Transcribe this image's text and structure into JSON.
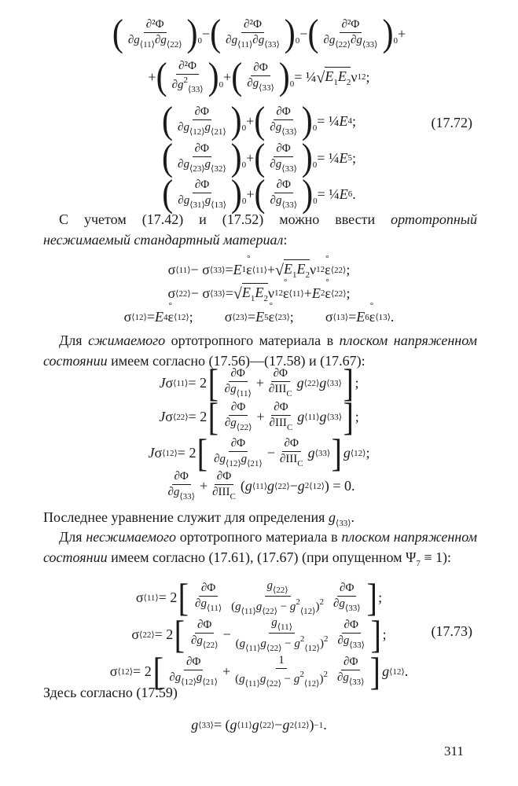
{
  "equations_17_72": {
    "number": "(17.72)",
    "lines": [
      [
        {
          "p": [
            {
              "f": [
                [
                  "∂²Φ"
                ],
                [
                  "∂",
                  {
                    "i": "g"
                  },
                  {
                    "sb": "⟨11⟩"
                  },
                  "∂",
                  {
                    "i": "g"
                  },
                  {
                    "sb": "⟨22⟩"
                  }
                ]
              ]
            }
          ],
          "z": "0"
        },
        " − ",
        {
          "p": [
            {
              "f": [
                [
                  "∂²Φ"
                ],
                [
                  "∂",
                  {
                    "i": "g"
                  },
                  {
                    "sb": "⟨11⟩"
                  },
                  "∂",
                  {
                    "i": "g"
                  },
                  {
                    "sb": "⟨33⟩"
                  }
                ]
              ]
            }
          ],
          "z": "0"
        },
        " − ",
        {
          "p": [
            {
              "f": [
                [
                  "∂²Φ"
                ],
                [
                  "∂",
                  {
                    "i": "g"
                  },
                  {
                    "sb": "⟨22⟩"
                  },
                  "∂",
                  {
                    "i": "g"
                  },
                  {
                    "sb": "⟨33⟩"
                  }
                ]
              ]
            }
          ],
          "z": "0"
        },
        " +"
      ],
      [
        "+ ",
        {
          "p": [
            {
              "f": [
                [
                  "∂²Φ"
                ],
                [
                  "∂",
                  {
                    "i": "g"
                  },
                  {
                    "sp": "2"
                  },
                  {
                    "sb": "⟨33⟩"
                  }
                ]
              ]
            }
          ],
          "z": "0"
        },
        " + ",
        {
          "p": [
            {
              "f": [
                [
                  "∂Φ"
                ],
                [
                  "∂",
                  {
                    "i": "g"
                  },
                  {
                    "sb": "⟨33⟩"
                  }
                ]
              ]
            }
          ],
          "z": "0"
        },
        " = ¼ ",
        {
          "sq": [
            {
              "i": "E"
            },
            {
              "sb": "1"
            },
            {
              "i": "E"
            },
            {
              "sb": "2"
            }
          ]
        },
        " ν",
        {
          "sb": "12"
        },
        ";"
      ],
      [
        {
          "p": [
            {
              "f": [
                [
                  "∂Φ"
                ],
                [
                  "∂",
                  {
                    "i": "g"
                  },
                  {
                    "sb": "⟨12⟩"
                  },
                  {
                    "i": "g"
                  },
                  {
                    "sb": "⟨21⟩"
                  }
                ]
              ]
            }
          ],
          "z": "0"
        },
        " + ",
        {
          "p": [
            {
              "f": [
                [
                  "∂Φ"
                ],
                [
                  "∂",
                  {
                    "i": "g"
                  },
                  {
                    "sb": "⟨33⟩"
                  }
                ]
              ]
            }
          ],
          "z": "0"
        },
        " = ¼",
        {
          "i": "E"
        },
        {
          "sb": "4"
        },
        ";"
      ],
      [
        {
          "p": [
            {
              "f": [
                [
                  "∂Φ"
                ],
                [
                  "∂",
                  {
                    "i": "g"
                  },
                  {
                    "sb": "⟨23⟩"
                  },
                  {
                    "i": "g"
                  },
                  {
                    "sb": "⟨32⟩"
                  }
                ]
              ]
            }
          ],
          "z": "0"
        },
        " + ",
        {
          "p": [
            {
              "f": [
                [
                  "∂Φ"
                ],
                [
                  "∂",
                  {
                    "i": "g"
                  },
                  {
                    "sb": "⟨33⟩"
                  }
                ]
              ]
            }
          ],
          "z": "0"
        },
        " = ¼",
        {
          "i": "E"
        },
        {
          "sb": "5"
        },
        ";"
      ],
      [
        {
          "p": [
            {
              "f": [
                [
                  "∂Φ"
                ],
                [
                  "∂",
                  {
                    "i": "g"
                  },
                  {
                    "sb": "⟨31⟩"
                  },
                  {
                    "i": "g"
                  },
                  {
                    "sb": "⟨13⟩"
                  }
                ]
              ]
            }
          ],
          "z": "0"
        },
        " + ",
        {
          "p": [
            {
              "f": [
                [
                  "∂Φ"
                ],
                [
                  "∂",
                  {
                    "i": "g"
                  },
                  {
                    "sb": "⟨33⟩"
                  }
                ]
              ]
            }
          ],
          "z": "0"
        },
        " = ¼",
        {
          "i": "E"
        },
        {
          "sb": "6"
        },
        "."
      ]
    ]
  },
  "para1": [
    "С учетом (17.42) и (17.52) можно ввести ",
    {
      "i": "ортотропный несжимаемый стандартный материал"
    },
    ":"
  ],
  "equations_standard": [
    [
      "σ",
      {
        "sb": "⟨11⟩"
      },
      " − σ",
      {
        "sb": "⟨33⟩"
      },
      " = ",
      {
        "i": "E"
      },
      {
        "sb": "1"
      },
      {
        "r": "ε"
      },
      {
        "sb": "⟨11⟩"
      },
      " + ",
      {
        "sq": [
          {
            "i": "E"
          },
          {
            "sb": "1"
          },
          {
            "i": "E"
          },
          {
            "sb": "2"
          }
        ]
      },
      " ν",
      {
        "sb": "12"
      },
      {
        "r": "ε"
      },
      {
        "sb": "⟨22⟩"
      },
      ";"
    ],
    [
      "σ",
      {
        "sb": "⟨22⟩"
      },
      " − σ",
      {
        "sb": "⟨33⟩"
      },
      " = ",
      {
        "sq": [
          {
            "i": "E"
          },
          {
            "sb": "1"
          },
          {
            "i": "E"
          },
          {
            "sb": "2"
          }
        ]
      },
      " ν",
      {
        "sb": "12"
      },
      {
        "r": "ε"
      },
      {
        "sb": "⟨11⟩"
      },
      " + ",
      {
        "i": "E"
      },
      {
        "sb": "2"
      },
      {
        "r": "ε"
      },
      {
        "sb": "⟨22⟩"
      },
      ";"
    ],
    [
      "σ",
      {
        "sb": "⟨12⟩"
      },
      " = ",
      {
        "i": "E"
      },
      {
        "sb": "4"
      },
      {
        "r": "ε"
      },
      {
        "sb": "⟨12⟩"
      },
      ";",
      {
        "gap": 1
      },
      "σ",
      {
        "sb": "⟨23⟩"
      },
      " = ",
      {
        "i": "E"
      },
      {
        "sb": "5"
      },
      {
        "r": "ε"
      },
      {
        "sb": "⟨23⟩"
      },
      ";",
      {
        "gap": 1
      },
      "σ",
      {
        "sb": "⟨13⟩"
      },
      " = ",
      {
        "i": "E"
      },
      {
        "sb": "6"
      },
      {
        "r": "ε"
      },
      {
        "sb": "⟨13⟩"
      },
      "."
    ]
  ],
  "para2": [
    "Для ",
    {
      "i": "сжимаемого"
    },
    " ортотропного материала в ",
    {
      "i": "плоском напряженном состоянии"
    },
    " имеем согласно (17.56)—(17.58) и (17.67):"
  ],
  "equations_compressible": [
    [
      {
        "i": "J"
      },
      "σ",
      {
        "sb": "⟨11⟩"
      },
      " = 2",
      {
        "b": [
          {
            "f": [
              [
                "∂Φ"
              ],
              [
                "∂",
                {
                  "i": "g"
                },
                {
                  "sb": "⟨11⟩"
                }
              ]
            ]
          },
          " + ",
          {
            "f": [
              [
                "∂Φ"
              ],
              [
                "∂III",
                {
                  "sb": "C"
                }
              ]
            ]
          },
          " ",
          {
            "i": "g"
          },
          {
            "sb": "⟨22⟩"
          },
          {
            "i": "g"
          },
          {
            "sb": "⟨33⟩"
          }
        ]
      },
      ";"
    ],
    [
      {
        "i": "J"
      },
      "σ",
      {
        "sb": "⟨22⟩"
      },
      " = 2",
      {
        "b": [
          {
            "f": [
              [
                "∂Φ"
              ],
              [
                "∂",
                {
                  "i": "g"
                },
                {
                  "sb": "⟨22⟩"
                }
              ]
            ]
          },
          " + ",
          {
            "f": [
              [
                "∂Φ"
              ],
              [
                "∂III",
                {
                  "sb": "C"
                }
              ]
            ]
          },
          " ",
          {
            "i": "g"
          },
          {
            "sb": "⟨11⟩"
          },
          {
            "i": "g"
          },
          {
            "sb": "⟨33⟩"
          }
        ]
      },
      ";"
    ],
    [
      {
        "i": "J"
      },
      "σ",
      {
        "sb": "⟨12⟩"
      },
      " = 2",
      {
        "b": [
          {
            "f": [
              [
                "∂Φ"
              ],
              [
                "∂",
                {
                  "i": "g"
                },
                {
                  "sb": "⟨12⟩"
                },
                {
                  "i": "g"
                },
                {
                  "sb": "⟨21⟩"
                }
              ]
            ]
          },
          " − ",
          {
            "f": [
              [
                "∂Φ"
              ],
              [
                "∂III",
                {
                  "sb": "C"
                }
              ]
            ]
          },
          " ",
          {
            "i": "g"
          },
          {
            "sb": "⟨33⟩"
          }
        ]
      },
      {
        "i": "g"
      },
      {
        "sb": "⟨12⟩"
      },
      ";"
    ],
    [
      {
        "f": [
          [
            "∂Φ"
          ],
          [
            "∂",
            {
              "i": "g"
            },
            {
              "sb": "⟨33⟩"
            }
          ]
        ]
      },
      " + ",
      {
        "f": [
          [
            "∂Φ"
          ],
          [
            "∂III",
            {
              "sb": "C"
            }
          ]
        ]
      },
      " (",
      {
        "i": "g"
      },
      {
        "sb": "⟨11⟩"
      },
      {
        "i": "g"
      },
      {
        "sb": "⟨22⟩"
      },
      " − ",
      {
        "i": "g"
      },
      {
        "sp": "2"
      },
      {
        "sb": "⟨12⟩"
      },
      ") = 0."
    ]
  ],
  "para3": [
    "Последнее уравнение служит для определения ",
    {
      "i": "g"
    },
    {
      "sb": "⟨33⟩"
    },
    "."
  ],
  "para4": [
    "Для ",
    {
      "i": "несжимаемого"
    },
    " ортотропного материала в ",
    {
      "i": "плоском напряженном состоянии"
    },
    " имеем согласно (17.61), (17.67) (при опущенном Ψ",
    {
      "sb": "7"
    },
    " ≡ 1):"
  ],
  "equations_17_73": {
    "number": "(17.73)",
    "lines": [
      [
        "σ",
        {
          "sb": "⟨11⟩"
        },
        " = 2",
        {
          "b": [
            {
              "f": [
                [
                  "∂Φ"
                ],
                [
                  "∂",
                  {
                    "i": "g"
                  },
                  {
                    "sb": "⟨11⟩"
                  }
                ]
              ]
            },
            " ",
            {
              "f": [
                [
                  {
                    "i": "g"
                  },
                  {
                    "sb": "⟨22⟩"
                  }
                ],
                [
                  "(",
                  {
                    "i": "g"
                  },
                  {
                    "sb": "⟨11⟩"
                  },
                  {
                    "i": "g"
                  },
                  {
                    "sb": "⟨22⟩"
                  },
                  " − ",
                  {
                    "i": "g"
                  },
                  {
                    "sp": "2"
                  },
                  {
                    "sb": "⟨12⟩"
                  },
                  ")",
                  {
                    "sp": "2"
                  }
                ]
              ]
            },
            " ",
            {
              "f": [
                [
                  "∂Φ"
                ],
                [
                  "∂",
                  {
                    "i": "g"
                  },
                  {
                    "sb": "⟨33⟩"
                  }
                ]
              ]
            }
          ]
        },
        ";"
      ],
      [
        "σ",
        {
          "sb": "⟨22⟩"
        },
        " = 2",
        {
          "b": [
            {
              "f": [
                [
                  "∂Φ"
                ],
                [
                  "∂",
                  {
                    "i": "g"
                  },
                  {
                    "sb": "⟨22⟩"
                  }
                ]
              ]
            },
            " − ",
            {
              "f": [
                [
                  {
                    "i": "g"
                  },
                  {
                    "sb": "⟨11⟩"
                  }
                ],
                [
                  "(",
                  {
                    "i": "g"
                  },
                  {
                    "sb": "⟨11⟩"
                  },
                  {
                    "i": "g"
                  },
                  {
                    "sb": "⟨22⟩"
                  },
                  " − ",
                  {
                    "i": "g"
                  },
                  {
                    "sp": "2"
                  },
                  {
                    "sb": "⟨12⟩"
                  },
                  ")",
                  {
                    "sp": "2"
                  }
                ]
              ]
            },
            " ",
            {
              "f": [
                [
                  "∂Φ"
                ],
                [
                  "∂",
                  {
                    "i": "g"
                  },
                  {
                    "sb": "⟨33⟩"
                  }
                ]
              ]
            }
          ]
        },
        ";"
      ],
      [
        "σ",
        {
          "sb": "⟨12⟩"
        },
        " = 2",
        {
          "b": [
            {
              "f": [
                [
                  "∂Φ"
                ],
                [
                  "∂",
                  {
                    "i": "g"
                  },
                  {
                    "sb": "⟨12⟩"
                  },
                  {
                    "i": "g"
                  },
                  {
                    "sb": "⟨21⟩"
                  }
                ]
              ]
            },
            " + ",
            {
              "f": [
                [
                  "1"
                ],
                [
                  "(",
                  {
                    "i": "g"
                  },
                  {
                    "sb": "⟨11⟩"
                  },
                  {
                    "i": "g"
                  },
                  {
                    "sb": "⟨22⟩"
                  },
                  " − ",
                  {
                    "i": "g"
                  },
                  {
                    "sp": "2"
                  },
                  {
                    "sb": "⟨12⟩"
                  },
                  ")",
                  {
                    "sp": "2"
                  }
                ]
              ]
            },
            " ",
            {
              "f": [
                [
                  "∂Φ"
                ],
                [
                  "∂",
                  {
                    "i": "g"
                  },
                  {
                    "sb": "⟨33⟩"
                  }
                ]
              ]
            }
          ]
        },
        {
          "i": "g"
        },
        {
          "sb": "⟨12⟩"
        },
        "."
      ]
    ]
  },
  "para5": [
    "Здесь согласно (17.59)"
  ],
  "equation_g33": [
    {
      "i": "g"
    },
    {
      "sb": "⟨33⟩"
    },
    " = (",
    {
      "i": "g"
    },
    {
      "sb": "⟨11⟩"
    },
    {
      "i": "g"
    },
    {
      "sb": "⟨22⟩"
    },
    " − ",
    {
      "i": "g"
    },
    {
      "sp": "2"
    },
    {
      "sb": "⟨12⟩"
    },
    ")",
    {
      "sp": "−1"
    },
    "."
  ],
  "page_number": "311"
}
